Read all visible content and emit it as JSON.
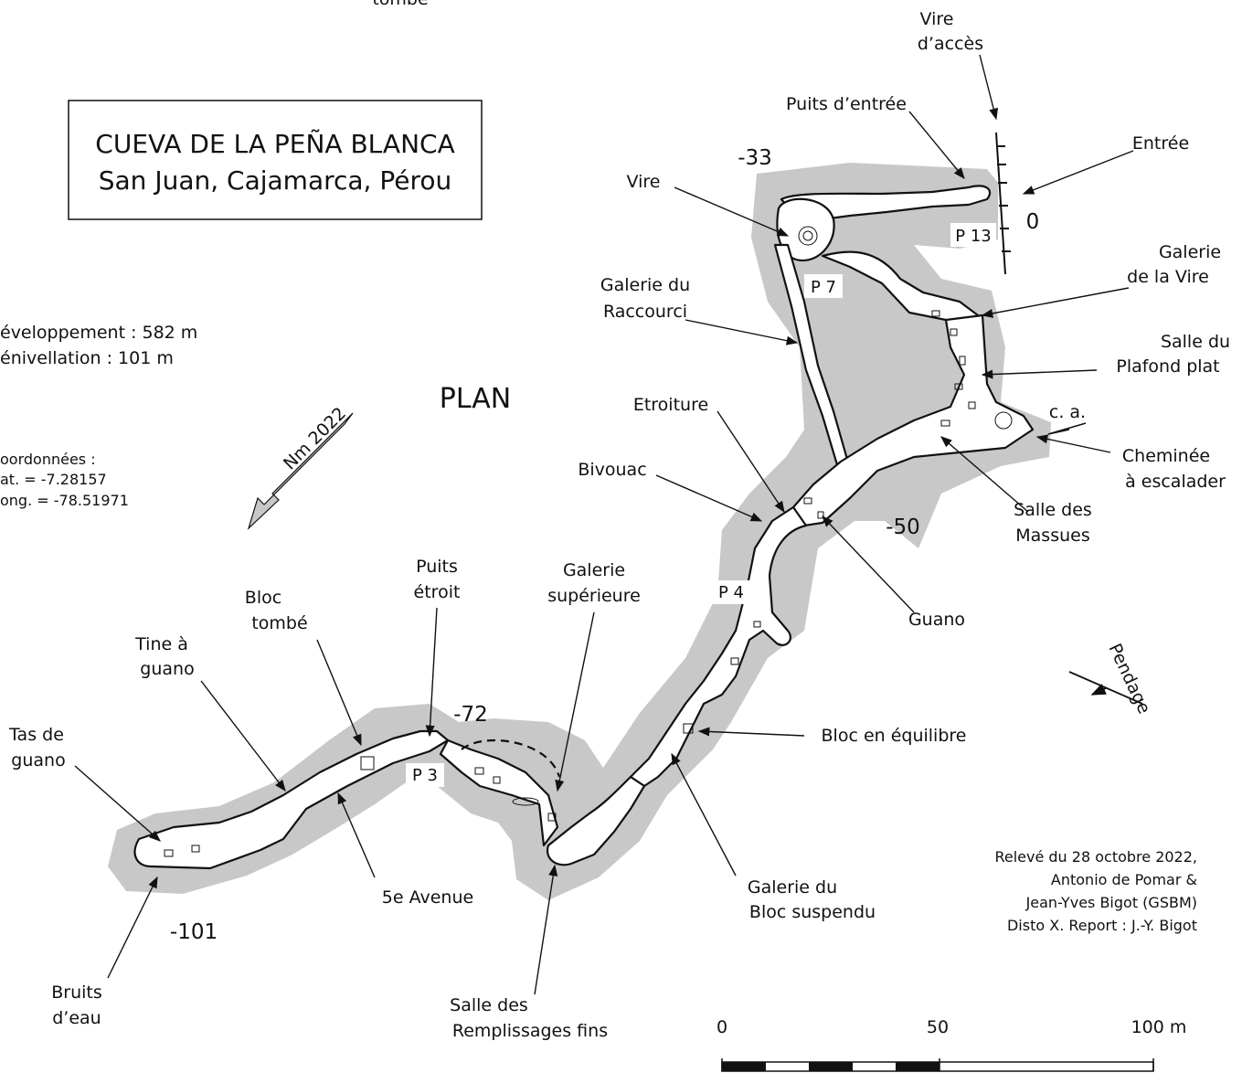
{
  "title": {
    "line1": "CUEVA DE LA PEÑA BLANCA",
    "line2": "San Juan, Cajamarca, Pérou"
  },
  "plan_label": "PLAN",
  "stats": {
    "development": "éveloppement : 582 m",
    "depth": "énivellation : 101 m"
  },
  "coords": {
    "heading": "oordonnées :",
    "lat": "at. = -7.28157",
    "long": "ong. = -78.51971"
  },
  "north": "Nm 2022",
  "dip": "Pendage",
  "top_fragment": "tombé",
  "credits": {
    "line1": "Relevé du 28 octobre 2022,",
    "line2": "Antonio de Pomar &",
    "line3": "Jean-Yves Bigot (GSBM)",
    "line4": "Disto X. Report : J.-Y. Bigot"
  },
  "scale": {
    "l0": "0",
    "l50": "50",
    "l100": "100 m"
  },
  "depths": {
    "d0": "0",
    "d33": "-33",
    "d50": "-50",
    "d72": "-72",
    "d101": "-101"
  },
  "pitches": {
    "p13": "P 13",
    "p7": "P 7",
    "p4": "P 4",
    "p3": "P 3"
  },
  "labels": {
    "vire_acces_1": "Vire",
    "vire_acces_2": "d’accès",
    "puits_entree": "Puits d’entrée",
    "entree": "Entrée",
    "vire": "Vire",
    "gal_vire_1": "Galerie",
    "gal_vire_2": "de la Vire",
    "gal_raccourci_1": "Galerie du",
    "gal_raccourci_2": "Raccourci",
    "plafond_1": "Salle du",
    "plafond_2": "Plafond plat",
    "etroiture": "Etroiture",
    "ca": "c. a.",
    "bivouac": "Bivouac",
    "cheminee_1": "Cheminée",
    "cheminee_2": "à escalader",
    "massues_1": "Salle des",
    "massues_2": "Massues",
    "guano": "Guano",
    "puits_etroit_1": "Puits",
    "puits_etroit_2": "étroit",
    "gal_sup_1": "Galerie",
    "gal_sup_2": "supérieure",
    "bloc_tombe_1": "Bloc",
    "bloc_tombe_2": "tombé",
    "tine_1": "Tine à",
    "tine_2": "guano",
    "tas_1": "Tas de",
    "tas_2": "guano",
    "bloc_equilibre": "Bloc en équilibre",
    "avenue": "5e Avenue",
    "bloc_suspendu_1": "Galerie du",
    "bloc_suspendu_2": "Bloc suspendu",
    "bruits_1": "Bruits",
    "bruits_2": "d’eau",
    "remplissages_1": "Salle des",
    "remplissages_2": "Remplissages fins"
  }
}
